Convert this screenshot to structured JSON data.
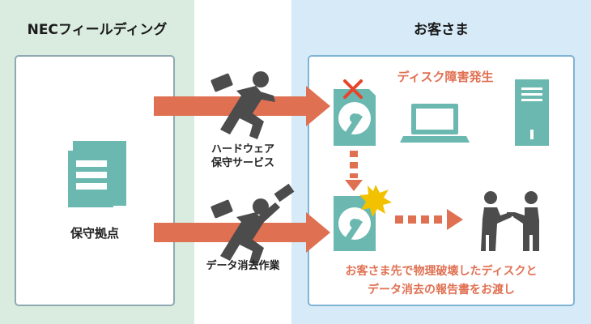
{
  "left": {
    "title": "NECフィールディング",
    "office_label": "保守拠点"
  },
  "right": {
    "title": "お客さま",
    "failure_label": "ディスク障害発生",
    "report_line1": "お客さま先で物理破壊したディスクと",
    "report_line2": "データ消去の報告書をお渡し"
  },
  "flows": {
    "service_line1": "ハードウェア",
    "service_line2": "保守サービス",
    "erase_label": "データ消去作業"
  },
  "colors": {
    "arrow": "#e07052",
    "icon": "#6ab8b0",
    "person": "#4c4c4c",
    "star": "#f2c200",
    "cross": "#e8442c"
  }
}
